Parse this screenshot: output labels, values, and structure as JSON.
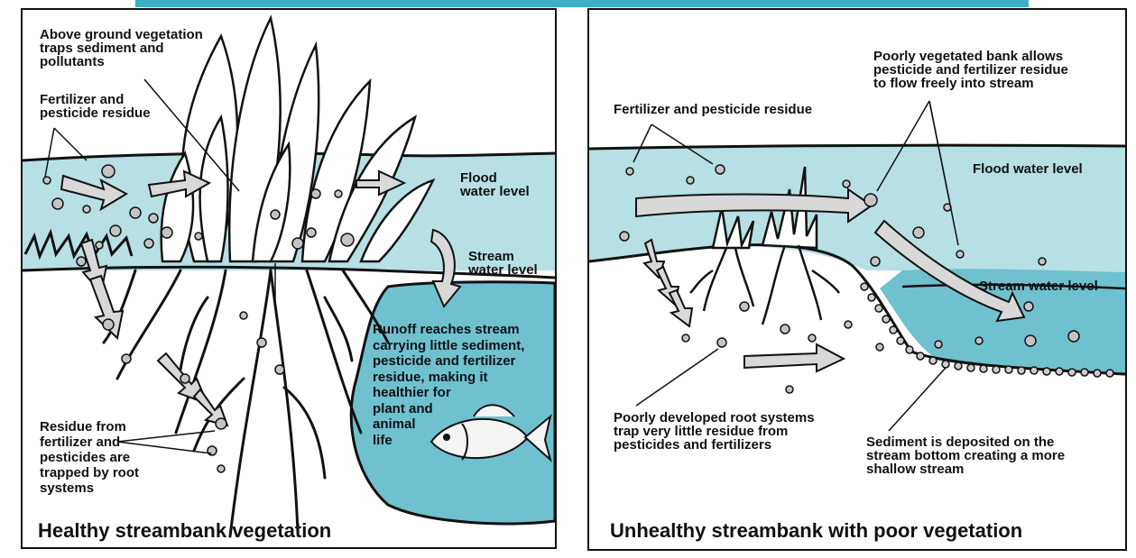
{
  "colors": {
    "water": "#b6e0e3",
    "stream": "#6fc1cf",
    "top_band": "#3ab0c3",
    "outline": "#111111",
    "background": "#ffffff"
  },
  "left_panel": {
    "title": "Healthy streambank vegetation",
    "labels": {
      "above_ground": "Above ground vegetation\ntraps sediment and\npollutants",
      "fertilizer": "Fertilizer and\npesticide residue",
      "flood": "Flood\nwater level",
      "stream": "Stream\nwater level",
      "runoff": "Runoff reaches stream\ncarrying little sediment,\npesticide and fertilizer\nresidue, making it\nhealthier for\nplant and\nanimal\nlife",
      "residue": "Residue from\nfertilizer and\npesticides are\ntrapped by root\nsystems"
    }
  },
  "right_panel": {
    "title": "Unhealthy streambank with poor vegetation",
    "labels": {
      "fertilizer": "Fertilizer and pesticide residue",
      "poorly_vegetated": "Poorly vegetated bank allows\npesticide and fertilizer residue\nto flow freely into stream",
      "flood": "Flood water level",
      "stream": "Stream water level",
      "roots": "Poorly developed root systems\ntrap very little residue from\npesticides and fertilizers",
      "sediment": "Sediment is deposited on the\nstream bottom creating a more\nshallow stream"
    }
  }
}
